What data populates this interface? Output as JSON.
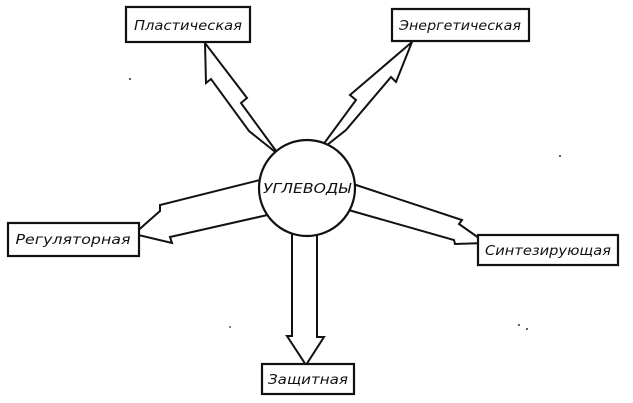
{
  "center": {
    "label": "УГЛЕВОДЫ"
  },
  "functions": [
    {
      "id": "plastic",
      "label": "Пластическая"
    },
    {
      "id": "energy",
      "label": "Энергетическая"
    },
    {
      "id": "regulatory",
      "label": "Регуляторная"
    },
    {
      "id": "synthesizing",
      "label": "Синтезирующая"
    },
    {
      "id": "protective",
      "label": "Защитная"
    }
  ]
}
